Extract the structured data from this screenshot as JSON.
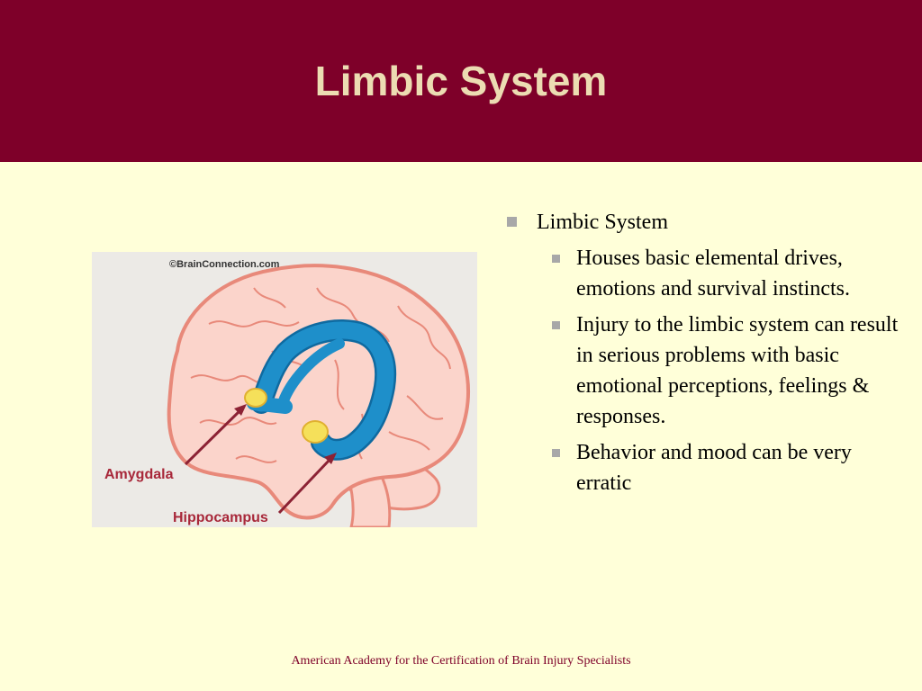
{
  "slide": {
    "title": "Limbic System",
    "footer": "American Academy for the Certification of Brain Injury Specialists"
  },
  "figure": {
    "copyright": "©BrainConnection.com",
    "label_amygdala": "Amygdala",
    "label_hippocampus": "Hippocampus",
    "colors": {
      "brain": "#fbd4cb",
      "brain_outline": "#e8897a",
      "limbic": "#1e8fca",
      "highlight": "#f5e05a",
      "arrow": "#8c2234",
      "label": "#a8283a"
    }
  },
  "bullets": [
    {
      "text": "Limbic System",
      "children": [
        "Houses basic elemental drives, emotions and survival instincts.",
        "Injury to the limbic system can result in serious problems with basic emotional perceptions, feelings & responses.",
        "Behavior and mood can be very erratic"
      ]
    }
  ],
  "colors": {
    "title_bar": "#7e0029",
    "title_text": "#ecdcb2",
    "background": "#ffffd9",
    "bullet": "#a8a8a8",
    "footer_text": "#7e0029"
  }
}
